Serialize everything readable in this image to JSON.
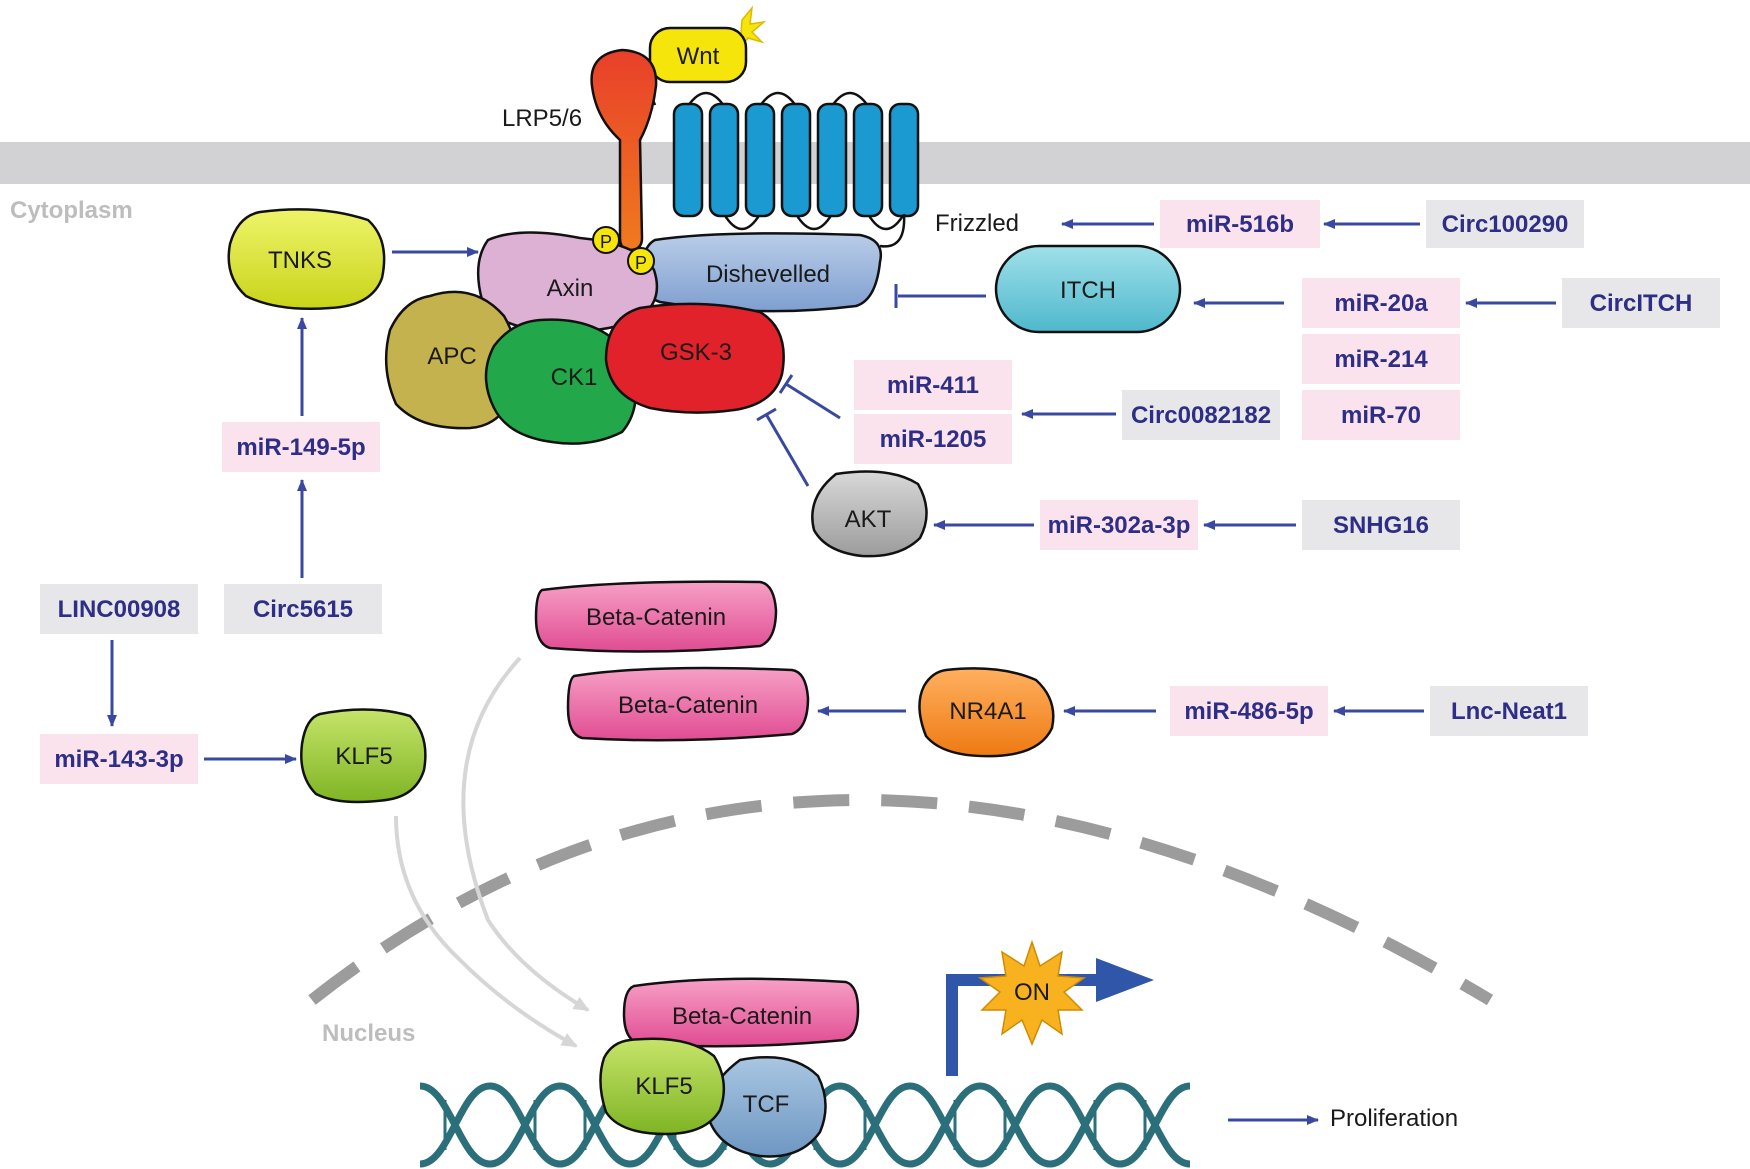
{
  "colors": {
    "membrane": "#d2d2d4",
    "arrow": "#3949a0",
    "mirna_box": "#fbe3ee",
    "ncrna_box": "#e7e6e9",
    "rna_text": "#2e2e86",
    "dna": "#2a6f7a",
    "compartment_label": "#bdbdbd",
    "gene_arrow": "#2f56a8",
    "on_star": "#f9b21f"
  },
  "compartments": {
    "cytoplasm": "Cytoplasm",
    "nucleus": "Nucleus"
  },
  "membrane": {
    "lrp": "LRP5/6",
    "frizzled": "Frizzled",
    "wnt": "Wnt",
    "phospho": "P"
  },
  "proteins": {
    "tnks": "TNKS",
    "axin": "Axin",
    "dishevelled": "Dishevelled",
    "apc": "APC",
    "ck1": "CK1",
    "gsk3": "GSK-3",
    "itch": "ITCH",
    "akt": "AKT",
    "klf5": "KLF5",
    "nr4a1": "NR4A1",
    "beta_catenin": "Beta-Catenin",
    "tcf": "TCF"
  },
  "ncrnas": {
    "mir516b": "miR-516b",
    "circ100290": "Circ100290",
    "mir20a": "miR-20a",
    "mir214": "miR-214",
    "mir70": "miR-70",
    "circitch": "CircITCH",
    "mir411": "miR-411",
    "mir1205": "miR-1205",
    "circ0082182": "Circ0082182",
    "mir302a": "miR-302a-3p",
    "snhg16": "SNHG16",
    "mir149": "miR-149-5p",
    "circ5615": "Circ5615",
    "linc00908": "LINC00908",
    "mir143": "miR-143-3p",
    "mir486": "miR-486-5p",
    "lncneat1": "Lnc-Neat1"
  },
  "nucleus": {
    "on_label": "ON",
    "output": "Proliferation"
  }
}
